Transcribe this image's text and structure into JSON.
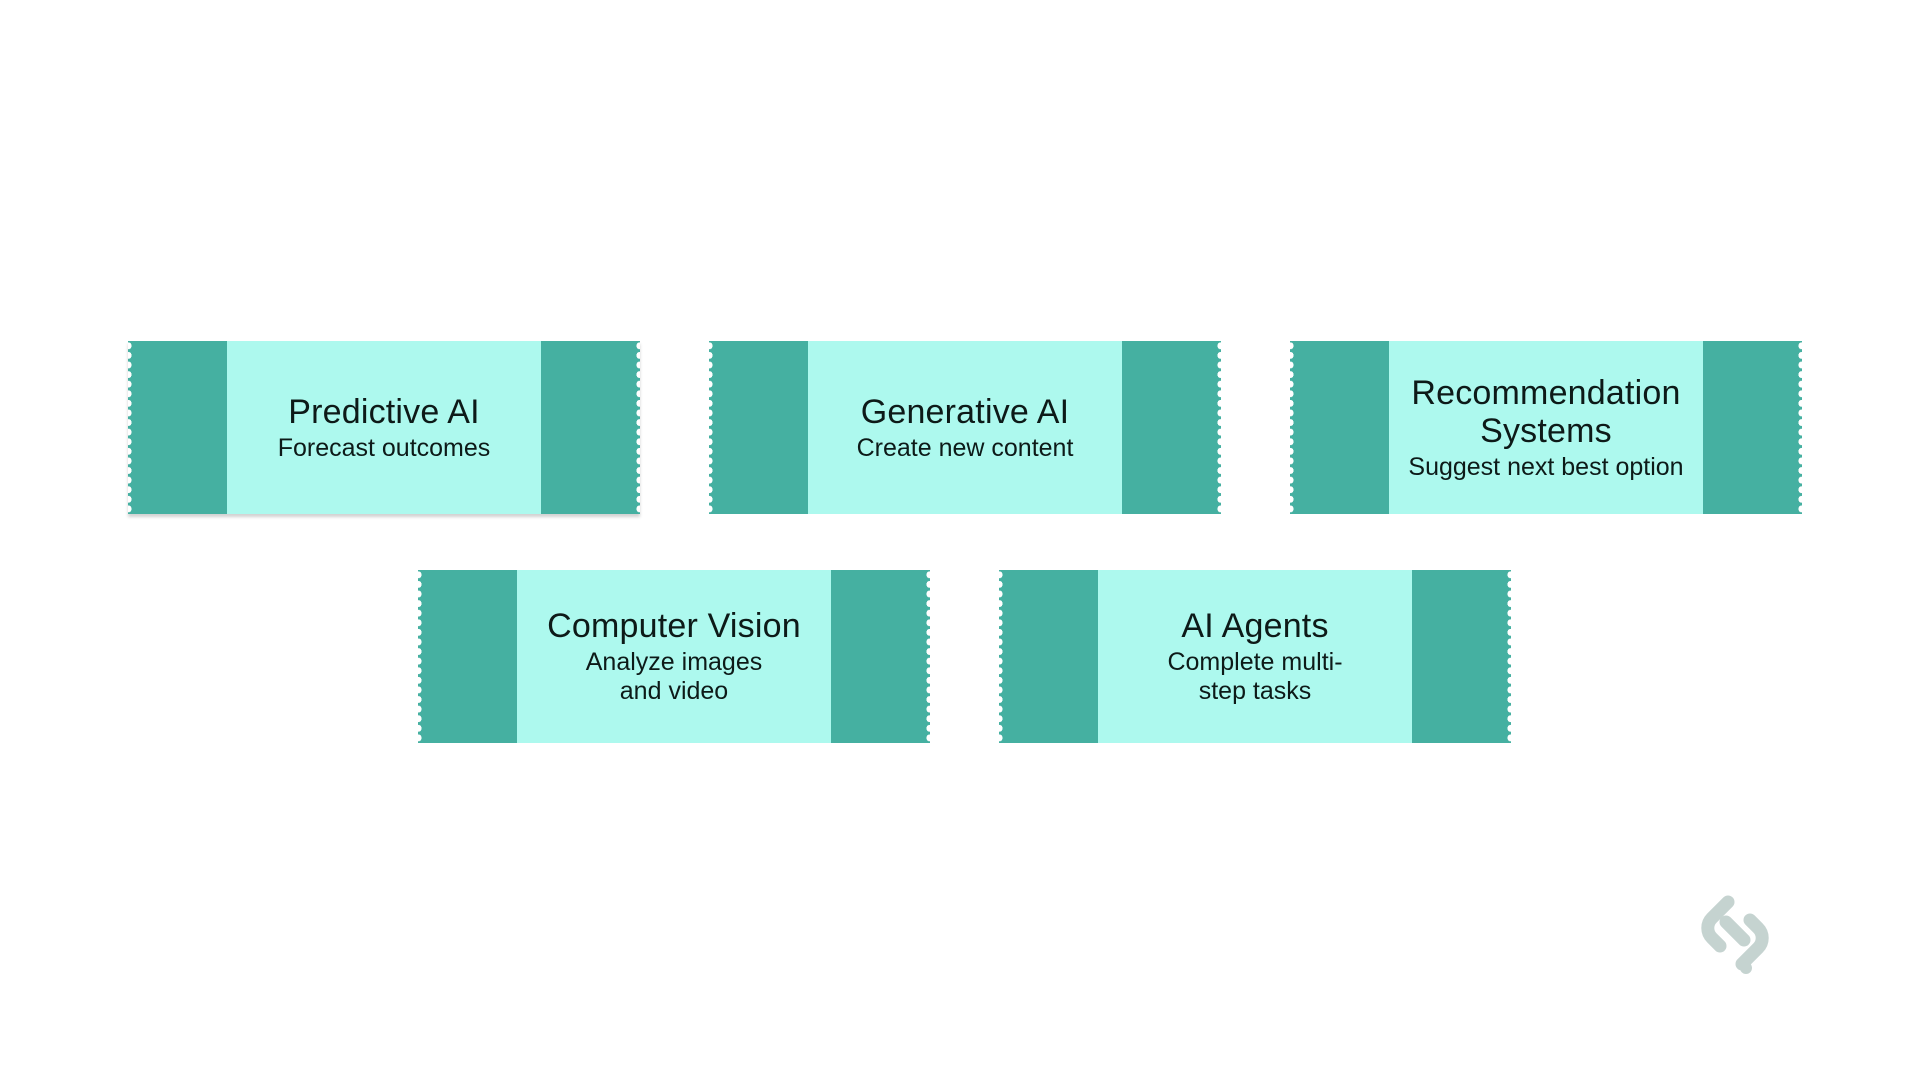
{
  "cards": [
    {
      "title": "Predictive AI",
      "subtitle": "Forecast outcomes"
    },
    {
      "title": "Generative AI",
      "subtitle": "Create new content"
    },
    {
      "title": "Recommendation Systems",
      "subtitle": "Suggest next best option"
    },
    {
      "title": "Computer Vision",
      "subtitle": "Analyze images and video"
    },
    {
      "title": "AI Agents",
      "subtitle": "Complete multi-step tasks"
    }
  ],
  "colors": {
    "stub": "#45b0a1",
    "body": "#adf9ee",
    "text": "#0d1a18",
    "logo": "#c5d3d0"
  },
  "icons": {
    "logo": "link-logo-icon"
  }
}
